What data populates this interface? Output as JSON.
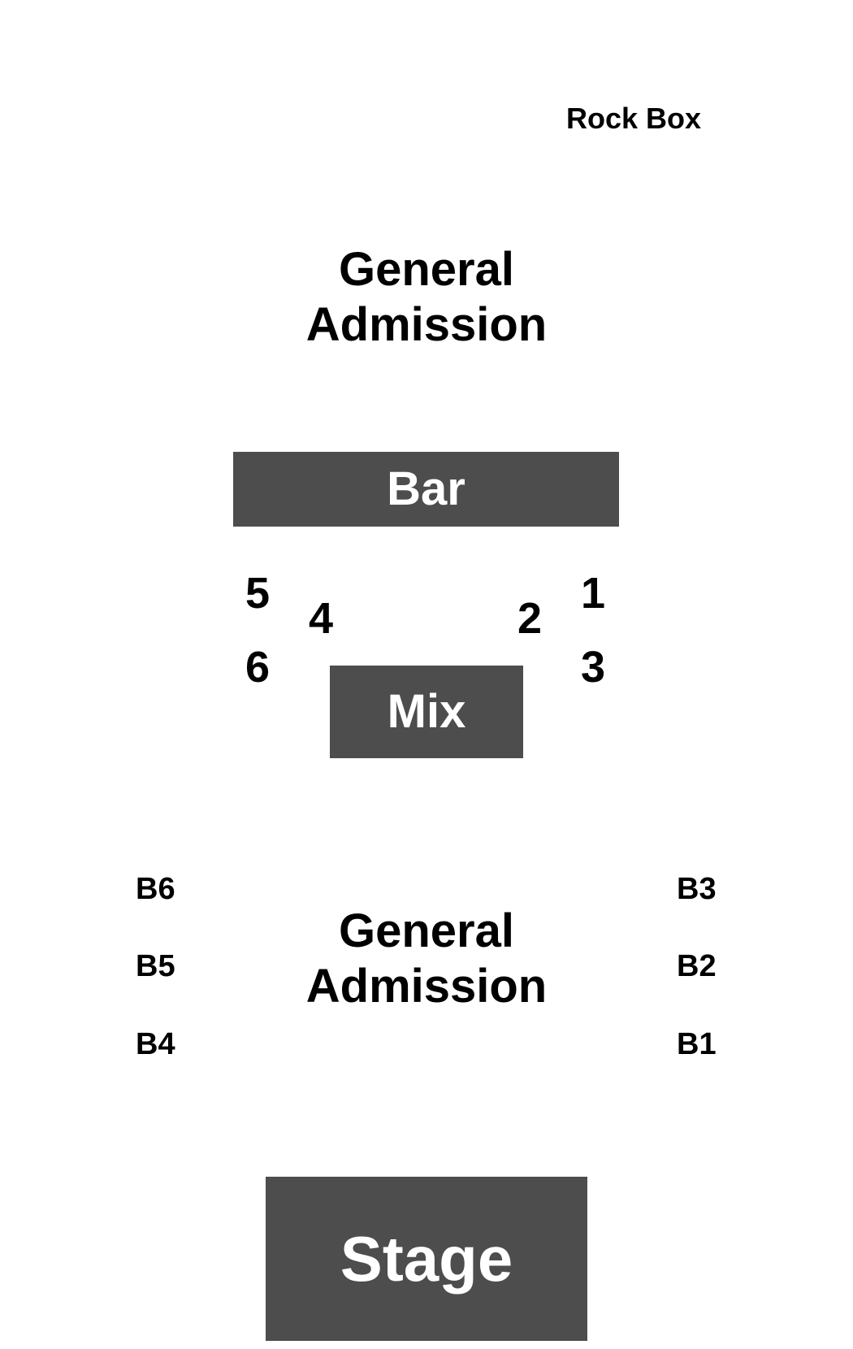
{
  "venue_map": {
    "rock_box": "Rock Box",
    "ga_upper": {
      "line1": "General",
      "line2": "Admission"
    },
    "bar": "Bar",
    "mix": "Mix",
    "tables": [
      "1",
      "2",
      "3",
      "4",
      "5",
      "6"
    ],
    "ga_lower": {
      "line1": "General",
      "line2": "Admission"
    },
    "booths_left": [
      "B6",
      "B5",
      "B4"
    ],
    "booths_right": [
      "B3",
      "B2",
      "B1"
    ],
    "stage": "Stage"
  },
  "colors": {
    "block_fill": "#4d4d4d",
    "block_text": "#ffffff",
    "label_text": "#000000",
    "background": "#ffffff"
  }
}
